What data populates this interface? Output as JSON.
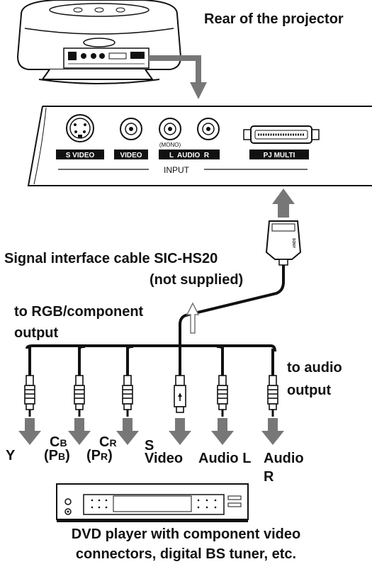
{
  "labels": {
    "rear_of_projector": "Rear of the projector",
    "signal_cable_line1": "Signal interface cable SIC-HS20",
    "signal_cable_line2": "(not supplied)",
    "to_rgb_line1": "to RGB/component",
    "to_rgb_line2": "output",
    "to_audio_line1": "to audio",
    "to_audio_line2": "output",
    "dvd_line1": "DVD player with component video",
    "dvd_line2": "connectors, digital BS tuner, etc."
  },
  "panel": {
    "s_video": "S VIDEO",
    "video": "VIDEO",
    "mono": "(MONO)",
    "l_audio_r": "L  AUDIO  R",
    "pj_multi": "PJ MULTI",
    "input": "INPUT"
  },
  "plugs": {
    "y": "Y",
    "cb": "C",
    "cb_sub": "B",
    "pb_open": "(P",
    "pb_sub": "B",
    "pb_close": ")",
    "cr": "C",
    "cr_sub": "R",
    "pr_open": "(P",
    "pr_sub": "R",
    "pr_close": ")",
    "s": "S",
    "video": "Video",
    "audio_l": "Audio L",
    "audio": "Audio",
    "r": "R"
  },
  "connector_brand": "SONY",
  "colors": {
    "line": "#111111",
    "arrow": "#777777",
    "panel_fill": "#ffffff",
    "label_box": "#111111",
    "label_text": "#ffffff"
  }
}
